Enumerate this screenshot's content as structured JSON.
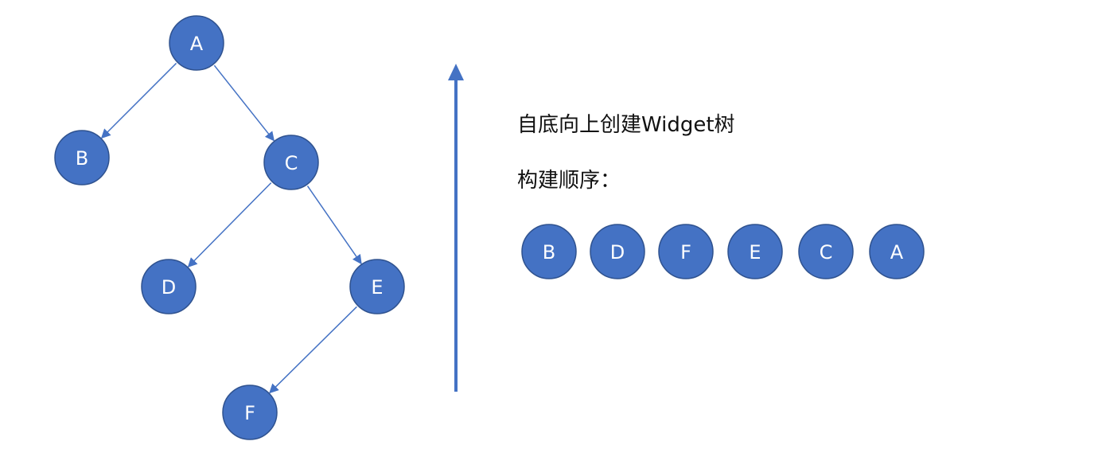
{
  "tree": {
    "nodes": [
      {
        "id": "A",
        "label": "A"
      },
      {
        "id": "B",
        "label": "B"
      },
      {
        "id": "C",
        "label": "C"
      },
      {
        "id": "D",
        "label": "D"
      },
      {
        "id": "E",
        "label": "E"
      },
      {
        "id": "F",
        "label": "F"
      }
    ],
    "edges": [
      {
        "from": "A",
        "to": "B"
      },
      {
        "from": "A",
        "to": "C"
      },
      {
        "from": "C",
        "to": "D"
      },
      {
        "from": "C",
        "to": "E"
      },
      {
        "from": "E",
        "to": "F"
      }
    ]
  },
  "caption": {
    "title": "自底向上创建Widget树",
    "order_label": "构建顺序："
  },
  "build_order": [
    "B",
    "D",
    "F",
    "E",
    "C",
    "A"
  ],
  "colors": {
    "node_fill": "#4472C4",
    "node_stroke": "#2F528F",
    "edge": "#4472C4",
    "text": "#111111"
  }
}
